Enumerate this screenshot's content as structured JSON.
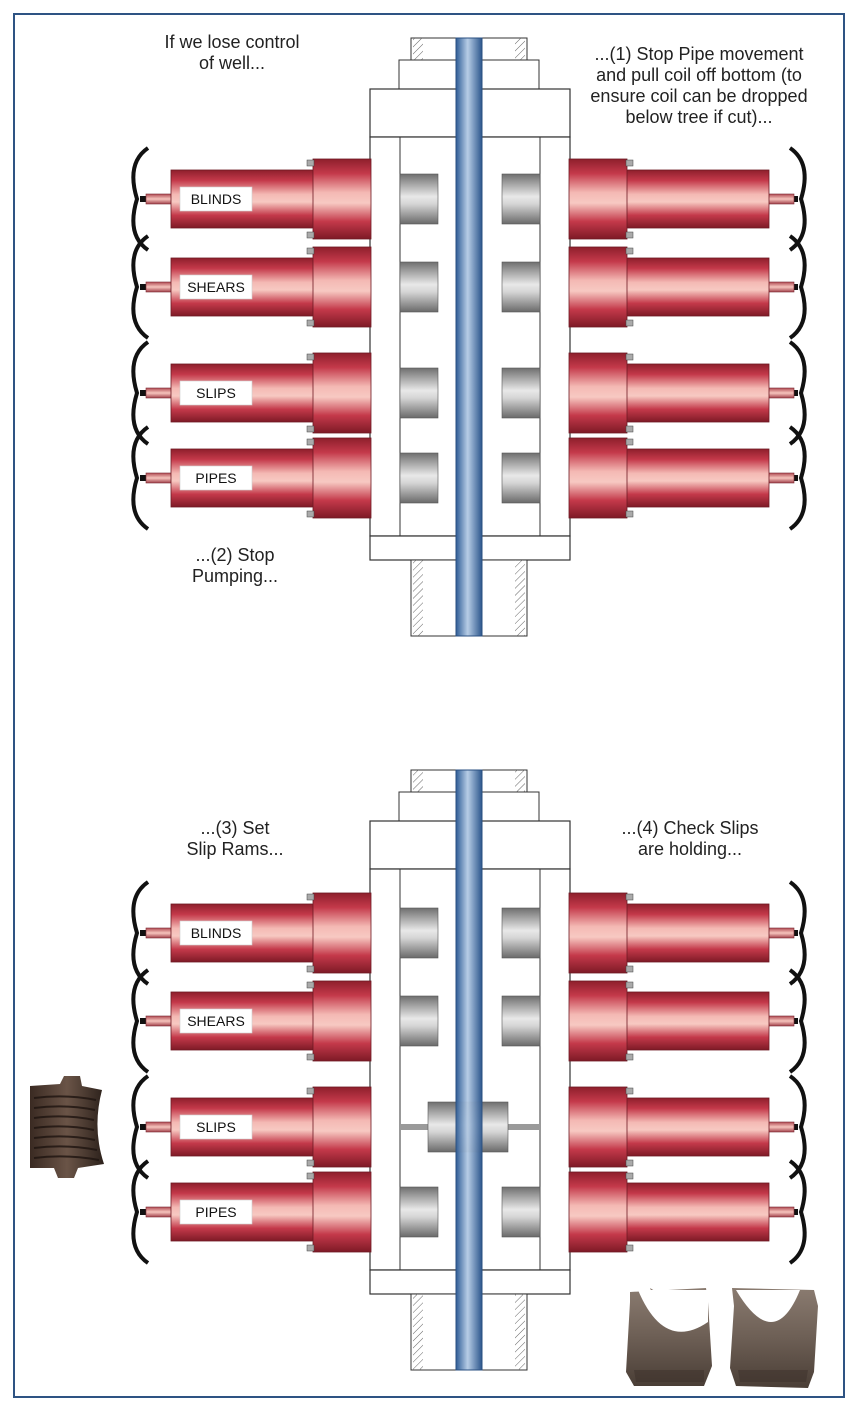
{
  "captions": {
    "c1": "If we lose control\nof well...",
    "c2": "...(1) Stop Pipe movement\nand pull coil off bottom (to\nensure coil can be dropped\nbelow tree if cut)...",
    "c3": "...(2) Stop\nPumping...",
    "c4": "...(3) Set\nSlip Rams...",
    "c5": "...(4) Check Slips\nare holding..."
  },
  "rams": [
    "BLINDS",
    "SHEARS",
    "SLIPS",
    "PIPES"
  ],
  "colors": {
    "frame_border": "#2e5383",
    "cylinder_red": "#b8293a",
    "pipe_blue": "#4f7fb8",
    "ram_gray": "#9a9a9a"
  },
  "photos": {
    "slip_insert": "slip-insert-photo",
    "ram_blocks": "ram-blocks-photo"
  }
}
